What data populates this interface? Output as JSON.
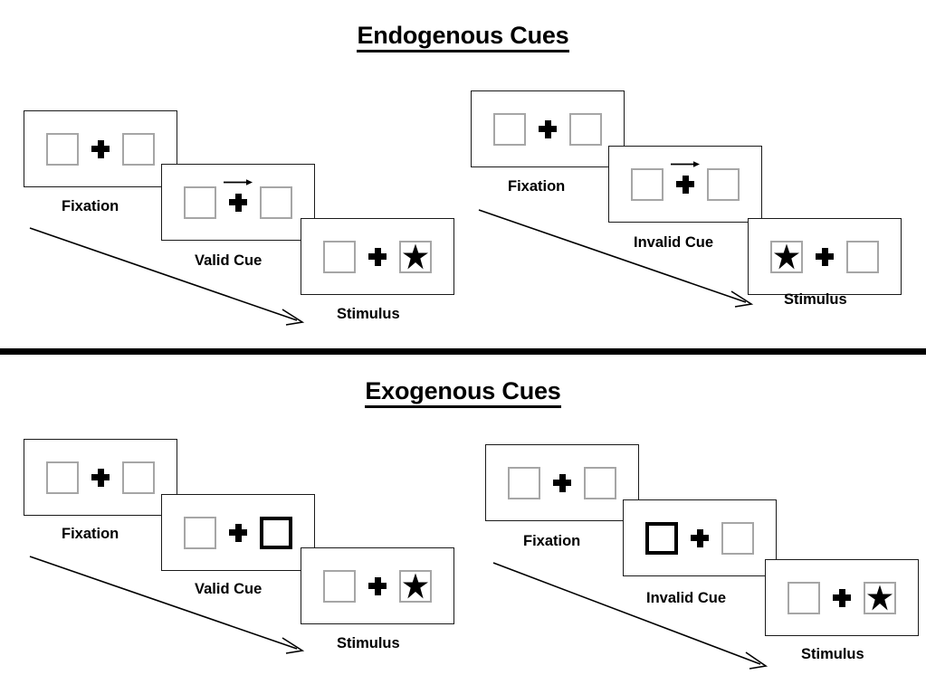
{
  "figure": {
    "sections": [
      {
        "id": "endogenous",
        "title": "Endogenous Cues",
        "cue_type": "arrow",
        "sequences": [
          {
            "id": "endogenous-valid",
            "validity": "valid",
            "frames": [
              {
                "caption": "Fixation",
                "cue": "none",
                "target_side": "none"
              },
              {
                "caption": "Valid Cue",
                "cue": "arrow-right",
                "target_side": "none"
              },
              {
                "caption": "Stimulus",
                "cue": "none",
                "target_side": "right"
              }
            ]
          },
          {
            "id": "endogenous-invalid",
            "validity": "invalid",
            "frames": [
              {
                "caption": "Fixation",
                "cue": "none",
                "target_side": "none"
              },
              {
                "caption": "Invalid Cue",
                "cue": "arrow-right",
                "target_side": "none"
              },
              {
                "caption": "Stimulus",
                "cue": "none",
                "target_side": "left"
              }
            ]
          }
        ]
      },
      {
        "id": "exogenous",
        "title": "Exogenous Cues",
        "cue_type": "box-highlight",
        "sequences": [
          {
            "id": "exogenous-valid",
            "validity": "valid",
            "frames": [
              {
                "caption": "Fixation",
                "cue": "none",
                "target_side": "none"
              },
              {
                "caption": "Valid Cue",
                "cue": "box-right",
                "target_side": "none"
              },
              {
                "caption": "Stimulus",
                "cue": "none",
                "target_side": "right"
              }
            ]
          },
          {
            "id": "exogenous-invalid",
            "validity": "invalid",
            "frames": [
              {
                "caption": "Fixation",
                "cue": "none",
                "target_side": "none"
              },
              {
                "caption": "Invalid Cue",
                "cue": "box-left",
                "target_side": "none"
              },
              {
                "caption": "Stimulus",
                "cue": "none",
                "target_side": "right"
              }
            ]
          }
        ]
      }
    ],
    "icons": {
      "fixation_cross": "plus-icon",
      "target": "star-icon",
      "directional_cue": "arrow-right-icon",
      "flow": "diagonal-arrow-icon"
    },
    "colors": {
      "background": "#ffffff",
      "ink": "#000000",
      "frame_border": "#1a1a1a",
      "placeholder_border": "#a6a6a6",
      "cue_border": "#000000",
      "divider": "#000000"
    }
  }
}
